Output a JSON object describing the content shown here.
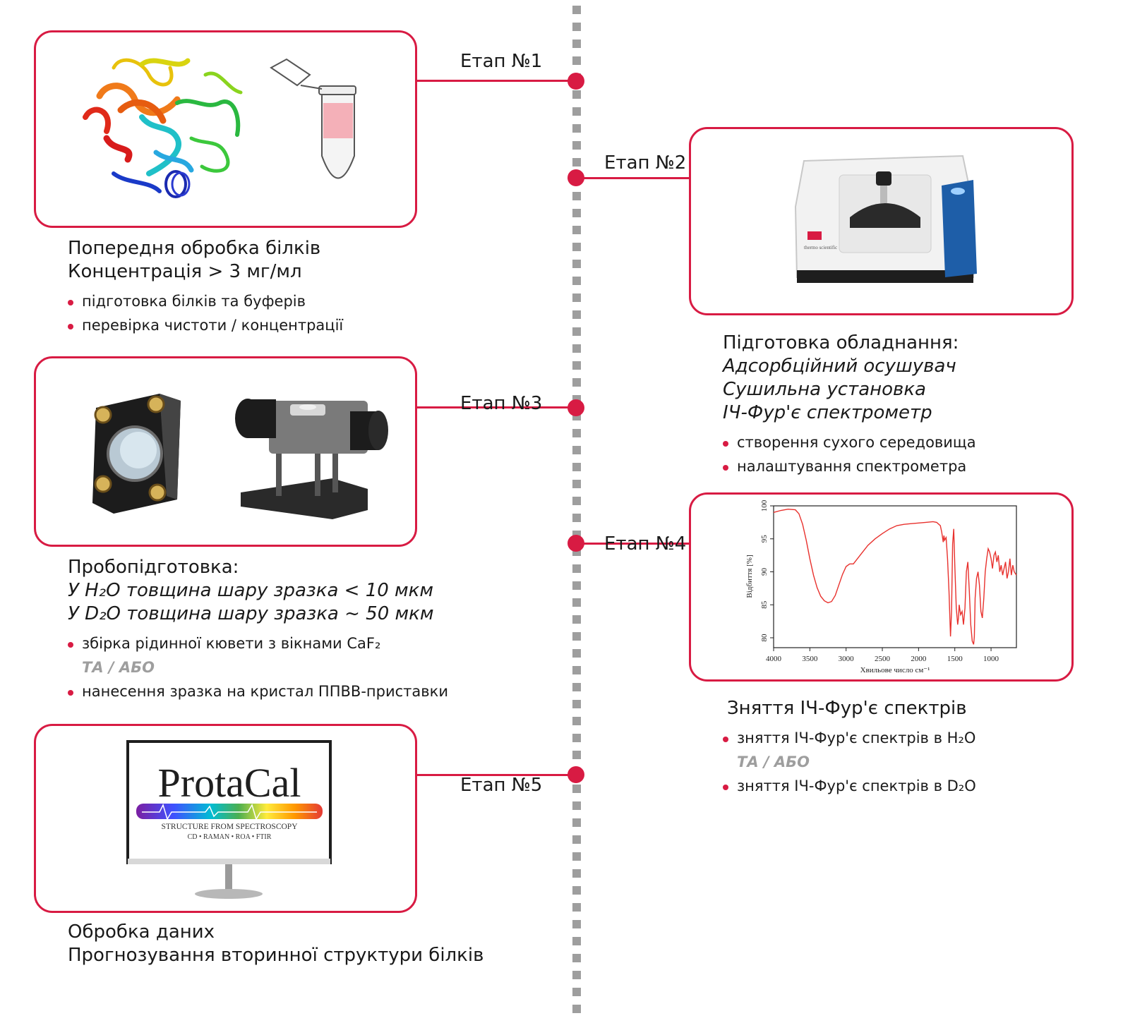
{
  "colors": {
    "accent": "#d81b43",
    "timeline": "#9e9e9e",
    "or_text": "#9e9e9e"
  },
  "stage1": {
    "label": "Етап №1",
    "title_lines": [
      "Попередня обробка білків",
      "Концентрація > 3 мг/мл"
    ],
    "bullets": [
      "підготовка білків та буферів",
      "перевірка чистоти / концентрації"
    ]
  },
  "stage2": {
    "label": "Етап №2",
    "title": "Підготовка обладнання:",
    "items": [
      "Адсорбційний осушувач",
      "Сушильна установка",
      "ІЧ-Фур'є спектрометр"
    ],
    "bullets": [
      "створення сухого середовища",
      "налаштування спектрометра"
    ],
    "device_brand": "thermo scientific"
  },
  "stage3": {
    "label": "Етап №3",
    "title": "Пробопідготовка:",
    "items": [
      "У H₂O товщина шару зразка < 10 мкм",
      "У D₂O товщина шару зразка ~ 50 мкм"
    ],
    "bullet1": "збірка рідинної кювети з вікнами CaF₂",
    "or_text": "ТА / АБО",
    "bullet2": "нанесення зразка на кристал ППВВ-приставки"
  },
  "stage4": {
    "label": "Етап №4",
    "title": "Зняття ІЧ-Фур'є спектрів",
    "bullet1": "зняття ІЧ-Фур'є спектрів в H₂O",
    "or_text": "ТА / АБО",
    "bullet2": "зняття ІЧ-Фур'є спектрів в D₂O"
  },
  "stage5": {
    "label": "Етап №5",
    "title_lines": [
      "Обробка даних",
      "Прогнозування вторинної структури білків"
    ],
    "logo_text": "ProtaCal",
    "logo_tagline": "STRUCTURE FROM SPECTROSCOPY",
    "logo_methods": "CD • RAMAN • ROA • FTIR"
  },
  "chart_data": {
    "type": "line",
    "xlabel": "Хвильове число см⁻¹",
    "ylabel": "Відбиття [%]",
    "xlim": [
      4000,
      650
    ],
    "ylim": [
      78.5,
      100
    ],
    "x_ticks": [
      4000,
      3500,
      3000,
      2500,
      2000,
      1500,
      1000
    ],
    "y_ticks": [
      80,
      85,
      90,
      95,
      100
    ],
    "series": [
      {
        "x": [
          4000,
          3900,
          3800,
          3700,
          3650,
          3600,
          3550,
          3500,
          3450,
          3400,
          3350,
          3300,
          3250,
          3200,
          3150,
          3100,
          3050,
          3000,
          2950,
          2900,
          2800,
          2700,
          2600,
          2500,
          2400,
          2300,
          2200,
          2100,
          2000,
          1900,
          1800,
          1750,
          1720,
          1700,
          1680,
          1660,
          1650,
          1640,
          1620,
          1600,
          1580,
          1560,
          1545,
          1530,
          1515,
          1500,
          1480,
          1460,
          1450,
          1440,
          1420,
          1400,
          1380,
          1360,
          1340,
          1320,
          1300,
          1280,
          1260,
          1240,
          1230,
          1220,
          1200,
          1180,
          1160,
          1140,
          1120,
          1100,
          1080,
          1060,
          1040,
          1020,
          1000,
          980,
          960,
          940,
          920,
          900,
          880,
          860,
          840,
          820,
          800,
          780,
          760,
          740,
          720,
          700,
          680,
          650
        ],
        "y": [
          99.0,
          99.3,
          99.5,
          99.4,
          98.8,
          97.2,
          94.8,
          92.0,
          89.5,
          87.6,
          86.3,
          85.6,
          85.3,
          85.5,
          86.4,
          88.0,
          89.6,
          90.8,
          91.2,
          91.2,
          92.6,
          94.0,
          95.0,
          95.8,
          96.5,
          97.0,
          97.2,
          97.3,
          97.4,
          97.5,
          97.6,
          97.5,
          97.2,
          97.0,
          96.0,
          94.5,
          95.5,
          94.8,
          95.2,
          92.0,
          87.0,
          80.2,
          84.0,
          94.2,
          96.5,
          91.0,
          84.5,
          82.0,
          83.0,
          85.0,
          83.5,
          84.0,
          82.0,
          84.5,
          90.0,
          91.5,
          87.0,
          82.0,
          79.5,
          79.0,
          80.2,
          86.0,
          89.0,
          90.0,
          88.0,
          84.0,
          83.0,
          86.0,
          90.0,
          92.0,
          93.5,
          93.0,
          92.0,
          90.5,
          92.5,
          93.0,
          91.5,
          92.5,
          90.0,
          91.0,
          89.5,
          90.5,
          91.5,
          89.0,
          90.0,
          92.0,
          89.5,
          91.0,
          90.0,
          89.5
        ]
      }
    ]
  }
}
